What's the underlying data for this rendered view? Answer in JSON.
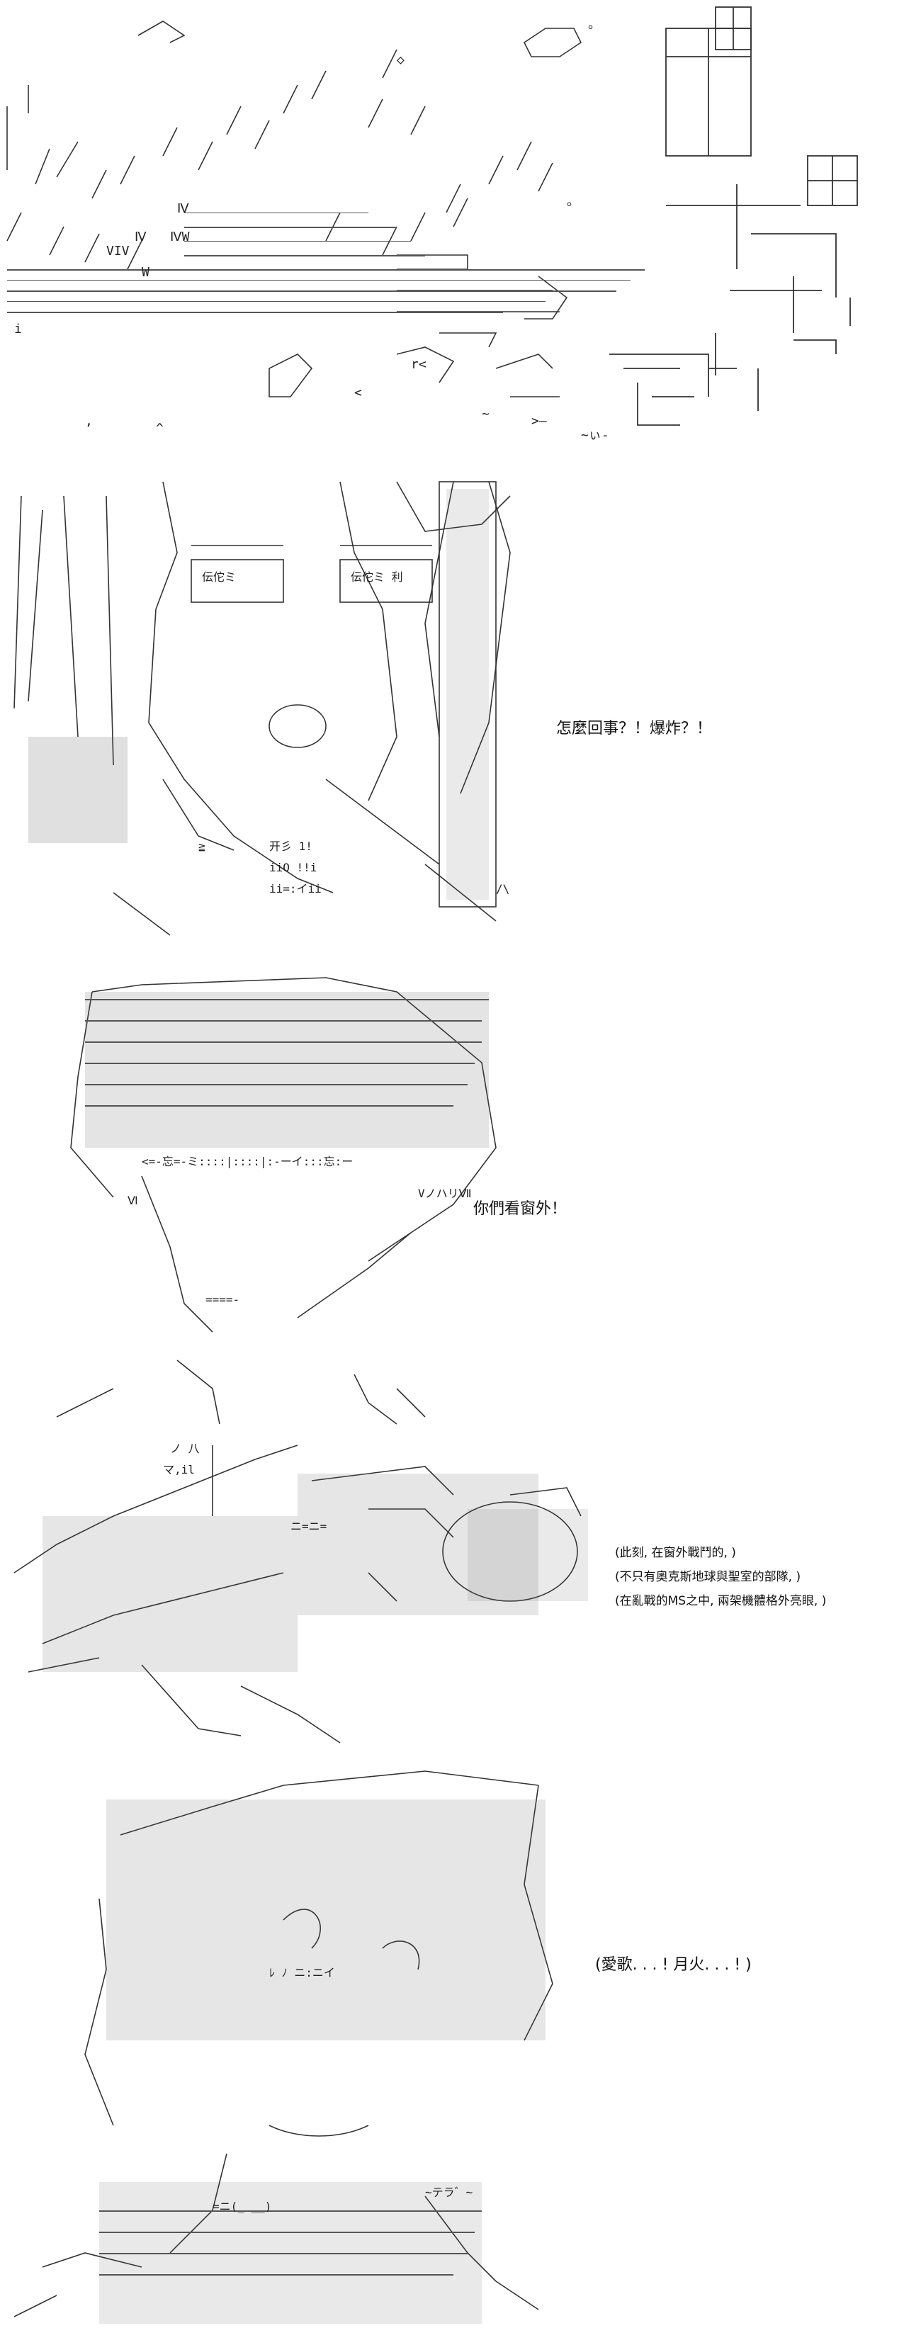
{
  "captions": {
    "panel_2": "怎麼回事？！爆炸？！",
    "panel_3": "你們看窗外！",
    "panel_4": [
      "(此刻, 在窗外戰鬥的, )",
      "(不只有奧克斯地球與聖室的部隊, )",
      "(在亂戰的MS之中, 兩架機體格外亮眼, )"
    ],
    "panel_5": "(愛歌. . . ! 月火. . . ! )"
  },
  "art_labels": {
    "panel_2_left": "伝佗ミ",
    "panel_2_right": "伝佗ミ 利",
    "panel_2_mid": "开彡 1!",
    "panel_3_eyes": "<=-忘=-ミ::::|::::|:-ーイ:::忘:ー"
  },
  "colors": {
    "background": "#ffffff",
    "ink": "#222222"
  }
}
